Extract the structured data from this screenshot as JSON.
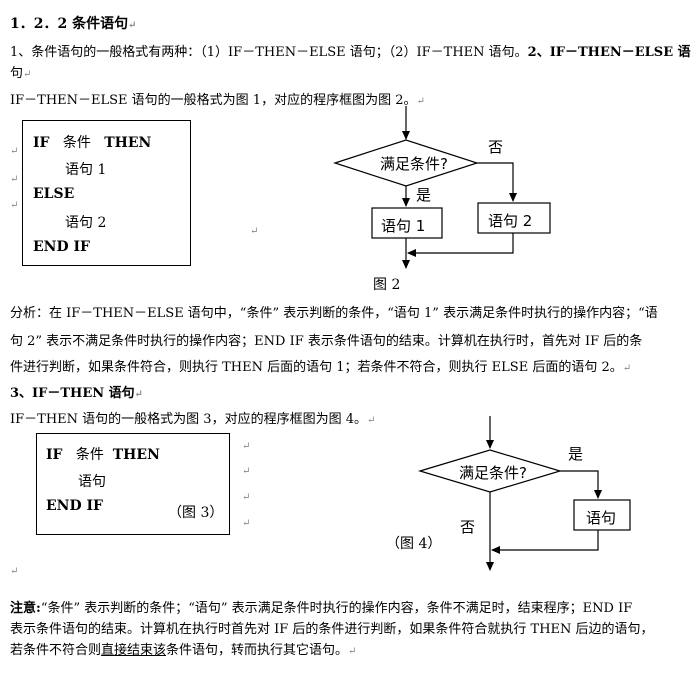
{
  "heading": "1．2．2 条件语句",
  "intro": {
    "line1": "1、条件语句的一般格式有两种：（1）IF－THEN－ELSE 语句；（2）IF－THEN 语句。",
    "line1_bold": "2、IF－THEN－ELSE 语",
    "line1_cont": "句",
    "line2": "IF－THEN－ELSE 语句的一般格式为图 1，对应的程序框图为图 2。"
  },
  "code1": {
    "l1_kw1": "IF",
    "l1_cond": "条件",
    "l1_kw2": "THEN",
    "l2": "语句 1",
    "l3": "ELSE",
    "l4": "语句 2",
    "l5": "END IF"
  },
  "flow1": {
    "decision": "满足条件?",
    "yes": "是",
    "no": "否",
    "stmt1": "语句 1",
    "stmt2": "语句 2",
    "caption": "图 2"
  },
  "analysis": {
    "line1": "分析：在 IF－THEN－ELSE 语句中，“条件” 表示判断的条件，“语句 1” 表示满足条件时执行的操作内容；“语",
    "line2": "句 2” 表示不满足条件时执行的操作内容；END   IF 表示条件语句的结束。计算机在执行时，首先对 IF 后的条",
    "line3": "件进行判断，如果条件符合，则执行 THEN 后面的语句 1；若条件不符合，则执行 ELSE 后面的语句 2。"
  },
  "section3": {
    "title": "3、IF－THEN 语句",
    "line": "IF－THEN 语句的一般格式为图 3，对应的程序框图为图 4。"
  },
  "code2": {
    "l1_kw1": "IF",
    "l1_cond": "条件",
    "l1_kw2": "THEN",
    "l2": "语句",
    "l3": "END IF",
    "caption": "（图 3）"
  },
  "flow2": {
    "decision": "满足条件?",
    "yes": "是",
    "no": "否",
    "stmt": "语句",
    "caption": "（图 4）"
  },
  "note": {
    "label": "注意:",
    "line1": "“条件” 表示判断的条件；“语句” 表示满足条件时执行的操作内容，条件不满足时，结束程序；END   IF",
    "line2": "表示条件语句的结束。计算机在执行时首先对 IF 后的条件进行判断，如果条件符合就执行 THEN 后边的语句，",
    "line3a": "若条件不符合则",
    "line3b": "直接结束该",
    "line3c": "条件语句，转而执行其它语句。"
  },
  "para_mark": "↵"
}
